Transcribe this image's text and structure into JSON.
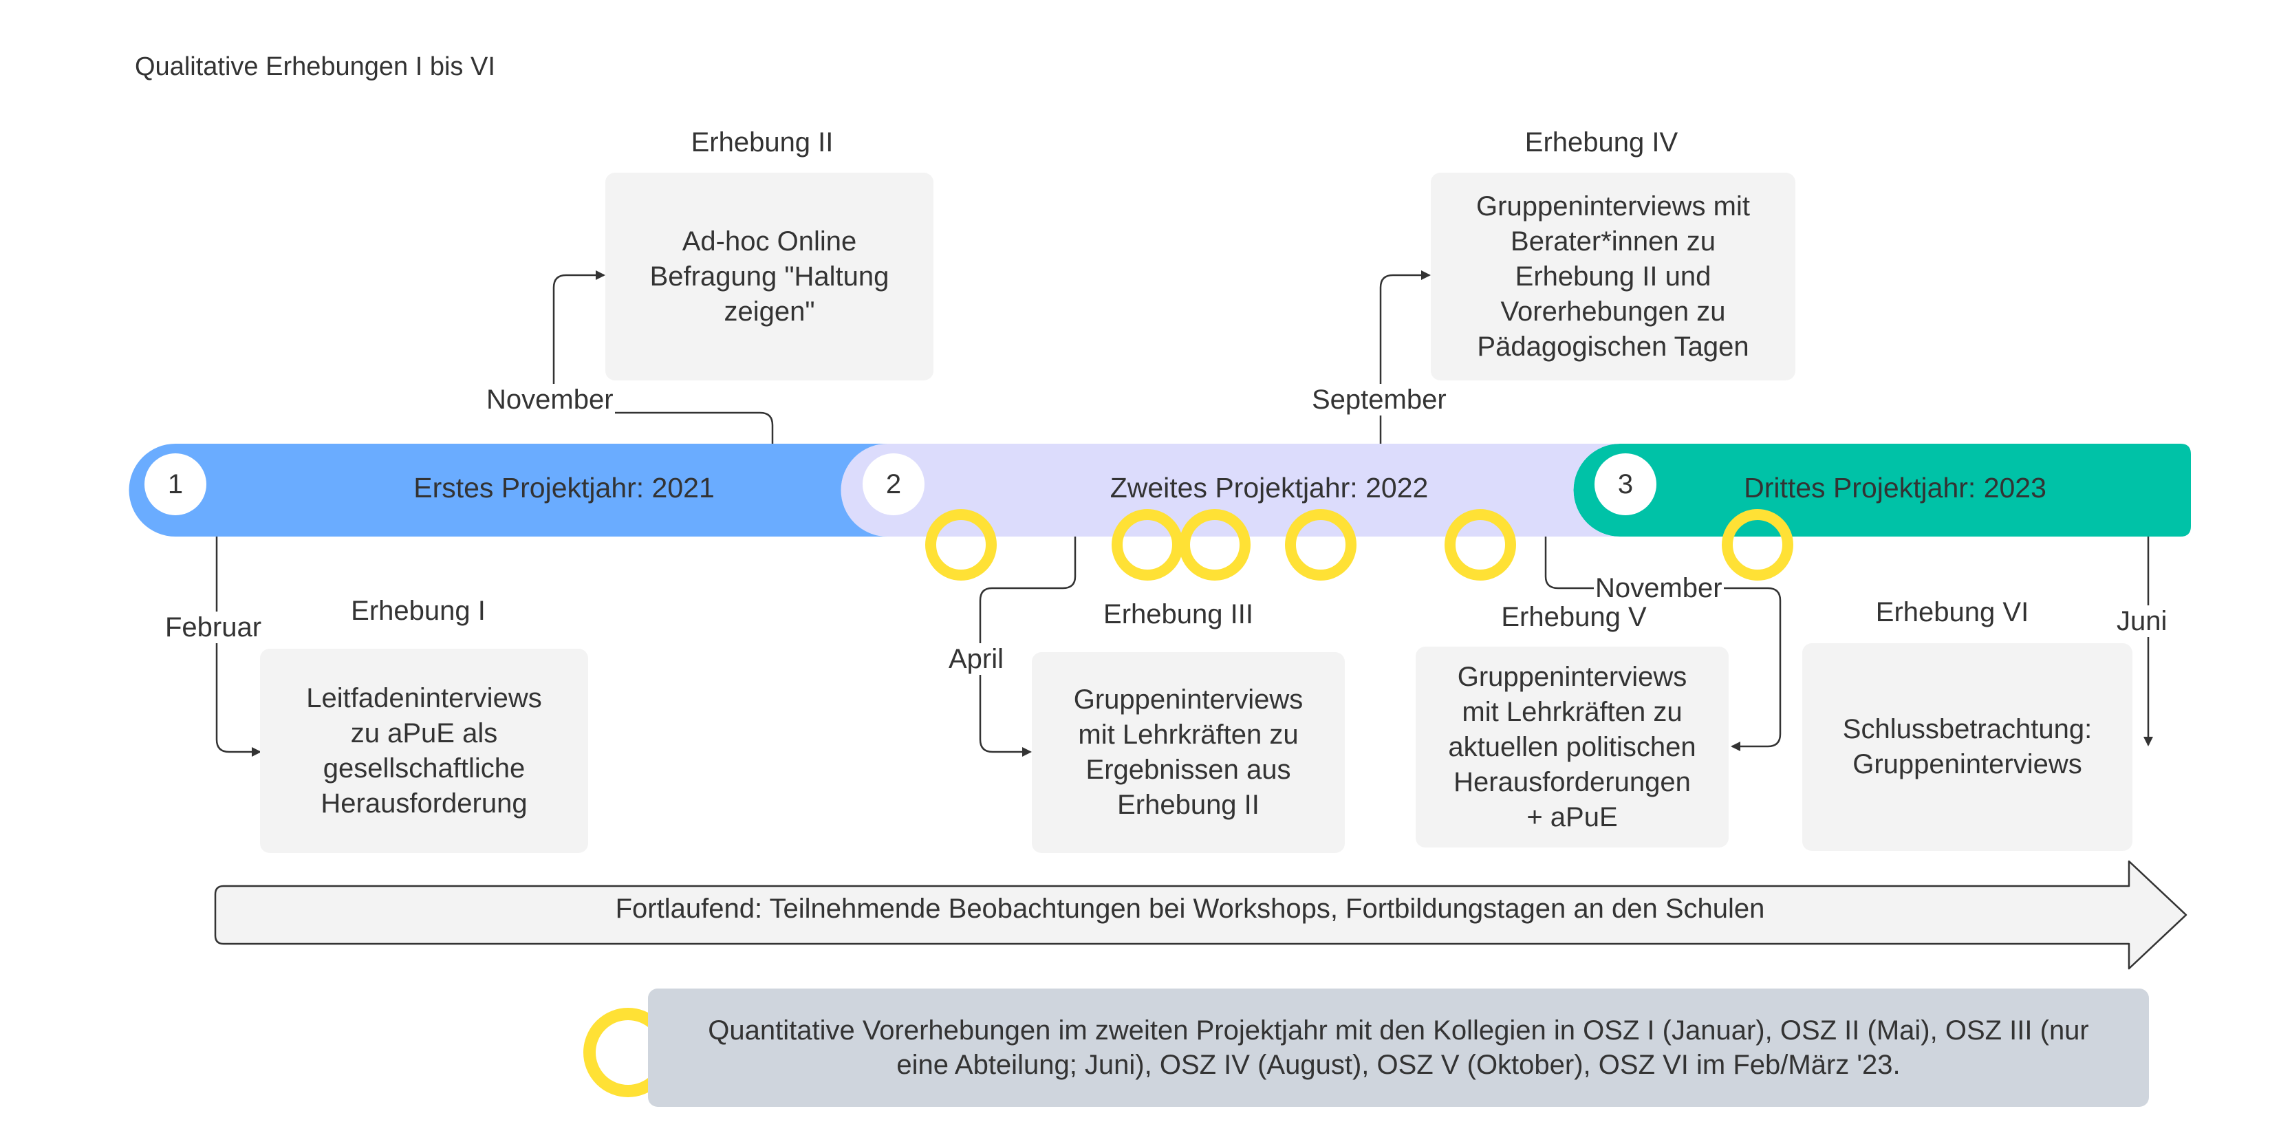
{
  "page_title": "Qualitative Erhebungen I bis VI",
  "timeline": {
    "years": [
      {
        "step": "1",
        "label": "Erstes Projektjahr: 2021",
        "color": "#6aacff"
      },
      {
        "step": "2",
        "label": "Zweites Projektjahr: 2022",
        "color": "#dcdcfc"
      },
      {
        "step": "3",
        "label": "Drittes Projektjahr: 2023",
        "color": "#00c2a7"
      }
    ]
  },
  "erhebungen": [
    {
      "heading": "Erhebung I",
      "month": "Februar",
      "text": [
        "Leitfadeninterviews",
        "zu aPuE als",
        "gesellschaftliche",
        "Herausforderung"
      ]
    },
    {
      "heading": "Erhebung II",
      "month": "November",
      "text": [
        "Ad-hoc Online",
        "Befragung \"Haltung",
        "zeigen\""
      ]
    },
    {
      "heading": "Erhebung III",
      "month": "April",
      "text": [
        "Gruppeninterviews",
        "mit Lehrkräften zu",
        "Ergebnissen aus",
        "Erhebung II"
      ]
    },
    {
      "heading": "Erhebung IV",
      "month": "September",
      "text": [
        "Gruppeninterviews mit",
        "Berater*innen zu",
        "Erhebung II und",
        "Vorerhebungen zu",
        "Pädagogischen Tagen"
      ]
    },
    {
      "heading": "Erhebung V",
      "month": "November",
      "text": [
        "Gruppeninterviews",
        "mit Lehrkräften zu",
        "aktuellen politischen",
        "Herausforderungen",
        "+ aPuE"
      ]
    },
    {
      "heading": "Erhebung VI",
      "month": "Juni",
      "text": [
        "Schlussbetrachtung:",
        "Gruppeninterviews"
      ]
    }
  ],
  "ongoing": "Fortlaufend: Teilnehmende Beobachtungen bei Workshops, Fortbildungstagen an den Schulen",
  "legend": {
    "marker_color": "#ffe135",
    "text": [
      "Quantitative Vorerhebungen im zweiten Projektjahr mit den Kollegien in OSZ I (Januar), OSZ II (Mai), OSZ III (nur",
      "eine Abteilung; Juni), OSZ IV (August), OSZ V (Oktober), OSZ VI im Feb/März '23."
    ]
  }
}
